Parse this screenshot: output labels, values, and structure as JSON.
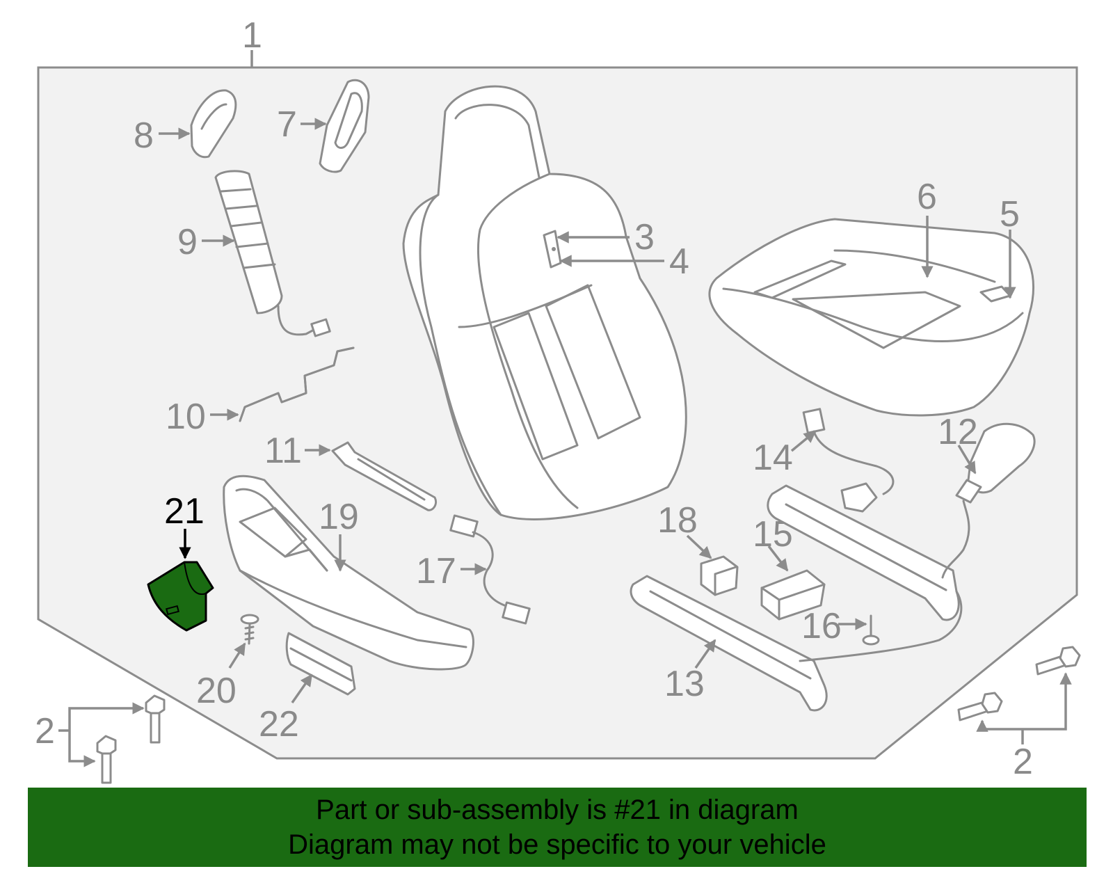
{
  "callouts": {
    "c1": "1",
    "c2a": "2",
    "c2b": "2",
    "c3": "3",
    "c4": "4",
    "c5": "5",
    "c6": "6",
    "c7": "7",
    "c8": "8",
    "c9": "9",
    "c10": "10",
    "c11": "11",
    "c12": "12",
    "c13": "13",
    "c14": "14",
    "c15": "15",
    "c16": "16",
    "c17": "17",
    "c18": "18",
    "c19": "19",
    "c20": "20",
    "c21": "21",
    "c22": "22"
  },
  "highlighted_part": "21",
  "colors": {
    "highlight_fill": "#1a6b12",
    "banner_background": "#1a6b12",
    "outline": "#8c8c8c",
    "panel_fill": "#f2f2f2"
  },
  "footer": {
    "line1": "Part or sub-assembly is #21 in diagram",
    "line2": "Diagram may not be specific to your vehicle"
  }
}
